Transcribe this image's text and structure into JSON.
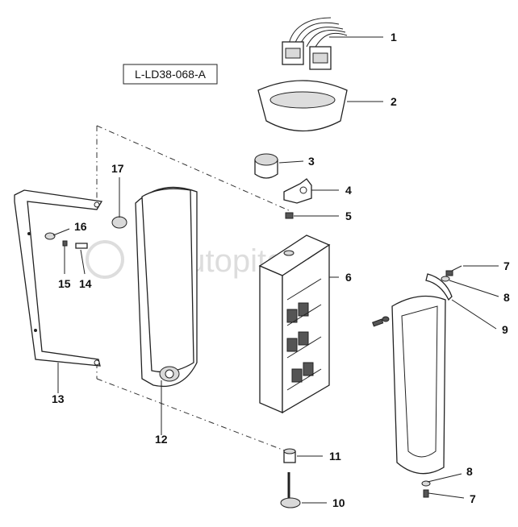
{
  "reference_code": "L-LD38-068-A",
  "watermark": "autopiter.ru",
  "callouts": [
    "1",
    "2",
    "3",
    "4",
    "5",
    "6",
    "7",
    "8",
    "9",
    "10",
    "11",
    "12",
    "13",
    "14",
    "15",
    "16",
    "17",
    "8",
    "7"
  ]
}
